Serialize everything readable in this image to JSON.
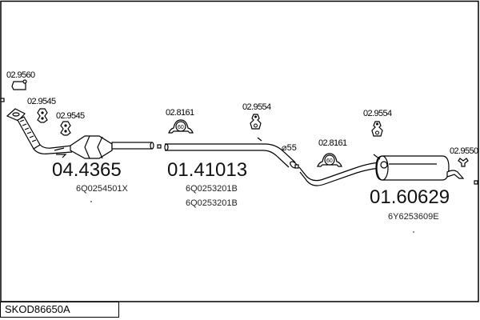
{
  "diagram": {
    "code": "SKOD86650A",
    "parts": [
      {
        "number": "04.4365",
        "oe": [
          "6Q0254501X"
        ]
      },
      {
        "number": "01.41013",
        "oe": [
          "6Q0253201B",
          "6Q0253201B"
        ]
      },
      {
        "number": "01.60629",
        "oe": [
          "6Y6253609E"
        ]
      }
    ],
    "accessories": [
      "02.9560",
      "02.9545",
      "02.9545",
      "02.8161",
      "02.9554",
      "02.8161",
      "02.9554",
      "02.9550"
    ],
    "clamp_size": "60",
    "pipe_diameter": "⌀55"
  }
}
